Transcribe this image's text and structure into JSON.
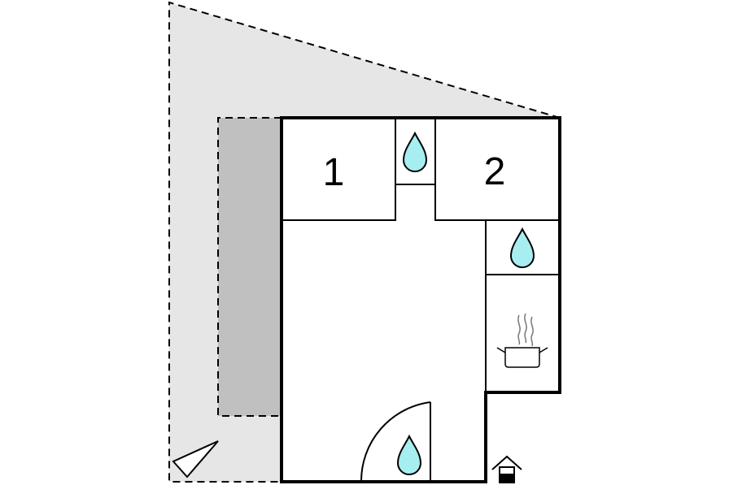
{
  "floorplan": {
    "rooms": [
      {
        "label": "1",
        "type": "bedroom"
      },
      {
        "label": "2",
        "type": "bedroom"
      }
    ],
    "icons": {
      "water": "water-drop-icon",
      "kitchen": "cooking-pot-icon",
      "entrance": "house-entrance-icon",
      "north": "north-arrow-icon"
    },
    "colors": {
      "wall": "#000000",
      "terrace": "#e6e6e6",
      "covered_area": "#c0c0c0",
      "water": "#a6eef0",
      "background": "#ffffff"
    }
  }
}
